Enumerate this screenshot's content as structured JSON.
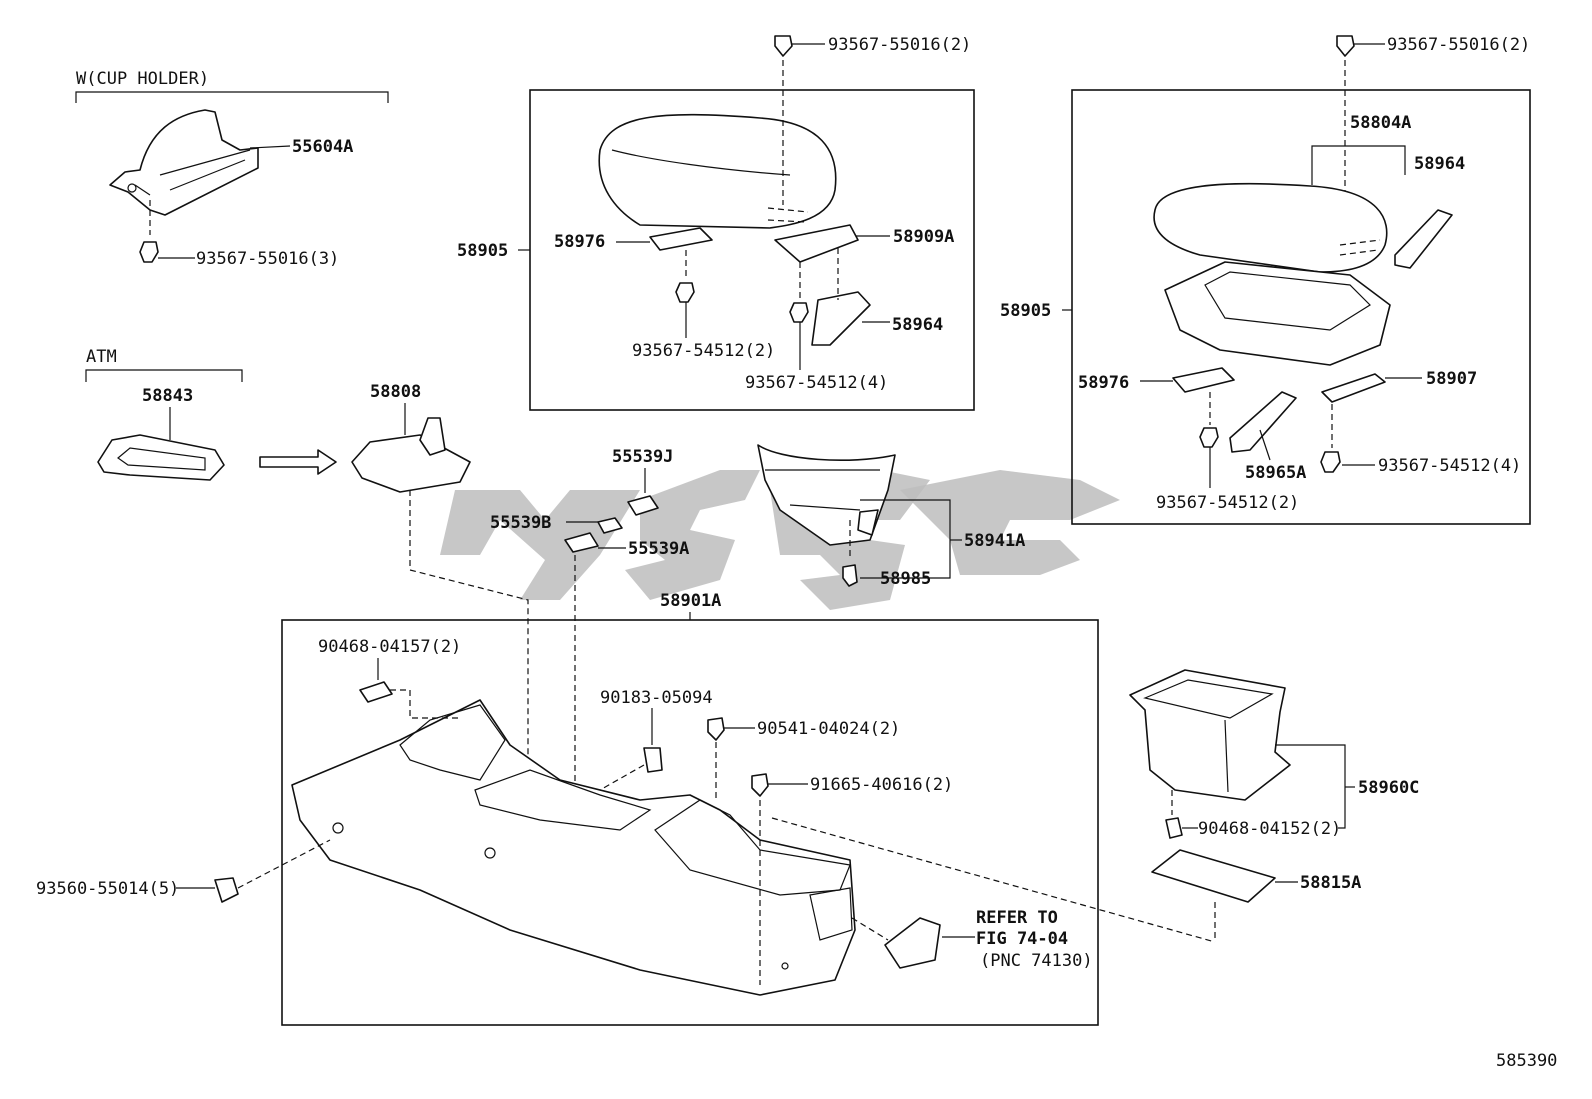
{
  "diagram": {
    "group_labels": {
      "cup_holder": "W(CUP HOLDER)",
      "atm": "ATM"
    },
    "callouts": {
      "p55604A": "55604A",
      "p93567_55016_3": "93567-55016(3)",
      "p58843": "58843",
      "p58808": "58808",
      "p93567_55016_2_top": "93567-55016(2)",
      "p58905_left": "58905",
      "p58976_left": "58976",
      "p58909A": "58909A",
      "p93567_54512_2_left": "93567-54512(2)",
      "p58964_left": "58964",
      "p93567_54512_4_left": "93567-54512(4)",
      "p93567_55016_2_right": "93567-55016(2)",
      "p58804A": "58804A",
      "p58964_right": "58964",
      "p58905_right": "58905",
      "p58976_right": "58976",
      "p58907": "58907",
      "p58965A": "58965A",
      "p93567_54512_4_right": "93567-54512(4)",
      "p93567_54512_2_right": "93567-54512(2)",
      "p55539J": "55539J",
      "p55539B": "55539B",
      "p55539A": "55539A",
      "p58941A": "58941A",
      "p58985": "58985",
      "p58901A": "58901A",
      "p90468_04157_2": "90468-04157(2)",
      "p90183_05094": "90183-05094",
      "p90541_04024_2": "90541-04024(2)",
      "p91665_40616_2": "91665-40616(2)",
      "p93560_55014_5": "93560-55014(5)",
      "p58960C": "58960C",
      "p90468_04152_2": "90468-04152(2)",
      "p58815A": "58815A",
      "refer_line1": "REFER TO",
      "refer_line2": "FIG 74-04",
      "refer_line3": "(PNC 74130)"
    },
    "figure_id": "585390"
  }
}
